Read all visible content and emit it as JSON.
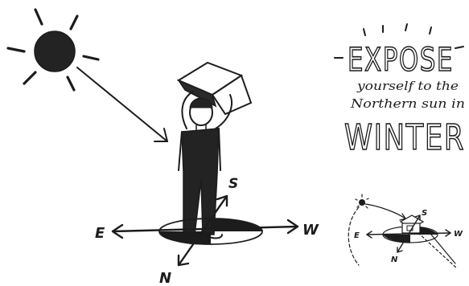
{
  "headline": {
    "line1": "EXPOSE",
    "line2": "yourself to the",
    "line3": "Northern sun in",
    "line4": "WINTER"
  },
  "main_compass": {
    "east": "E",
    "west": "W",
    "south": "S",
    "north": "N"
  },
  "mini_compass": {
    "east": "E",
    "west": "W",
    "south": "S",
    "north": "N"
  },
  "colors": {
    "ink": "#1c1c1c",
    "background": "#ffffff"
  }
}
